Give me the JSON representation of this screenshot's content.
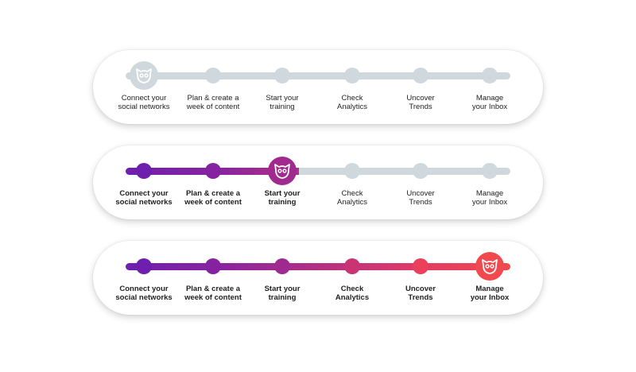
{
  "colors": {
    "inactive": "#cfd8dc",
    "purple": "#6e1fae",
    "magenta": "#b33083",
    "red": "#f2494e",
    "card_bg": "#ffffff"
  },
  "steps": [
    {
      "line1": "Connect your",
      "line2": "social networks"
    },
    {
      "line1": "Plan & create a",
      "line2": "week of content"
    },
    {
      "line1": "Start your",
      "line2": "training"
    },
    {
      "line1": "Check",
      "line2": "Analytics"
    },
    {
      "line1": "Uncover",
      "line2": "Trends"
    },
    {
      "line1": "Manage",
      "line2": "your Inbox"
    }
  ],
  "trackers": [
    {
      "current_step": 1,
      "completed_steps": 0
    },
    {
      "current_step": 3,
      "completed_steps": 3
    },
    {
      "current_step": 6,
      "completed_steps": 6
    }
  ],
  "icons": {
    "current_marker": "owl-icon",
    "node": "circle"
  }
}
